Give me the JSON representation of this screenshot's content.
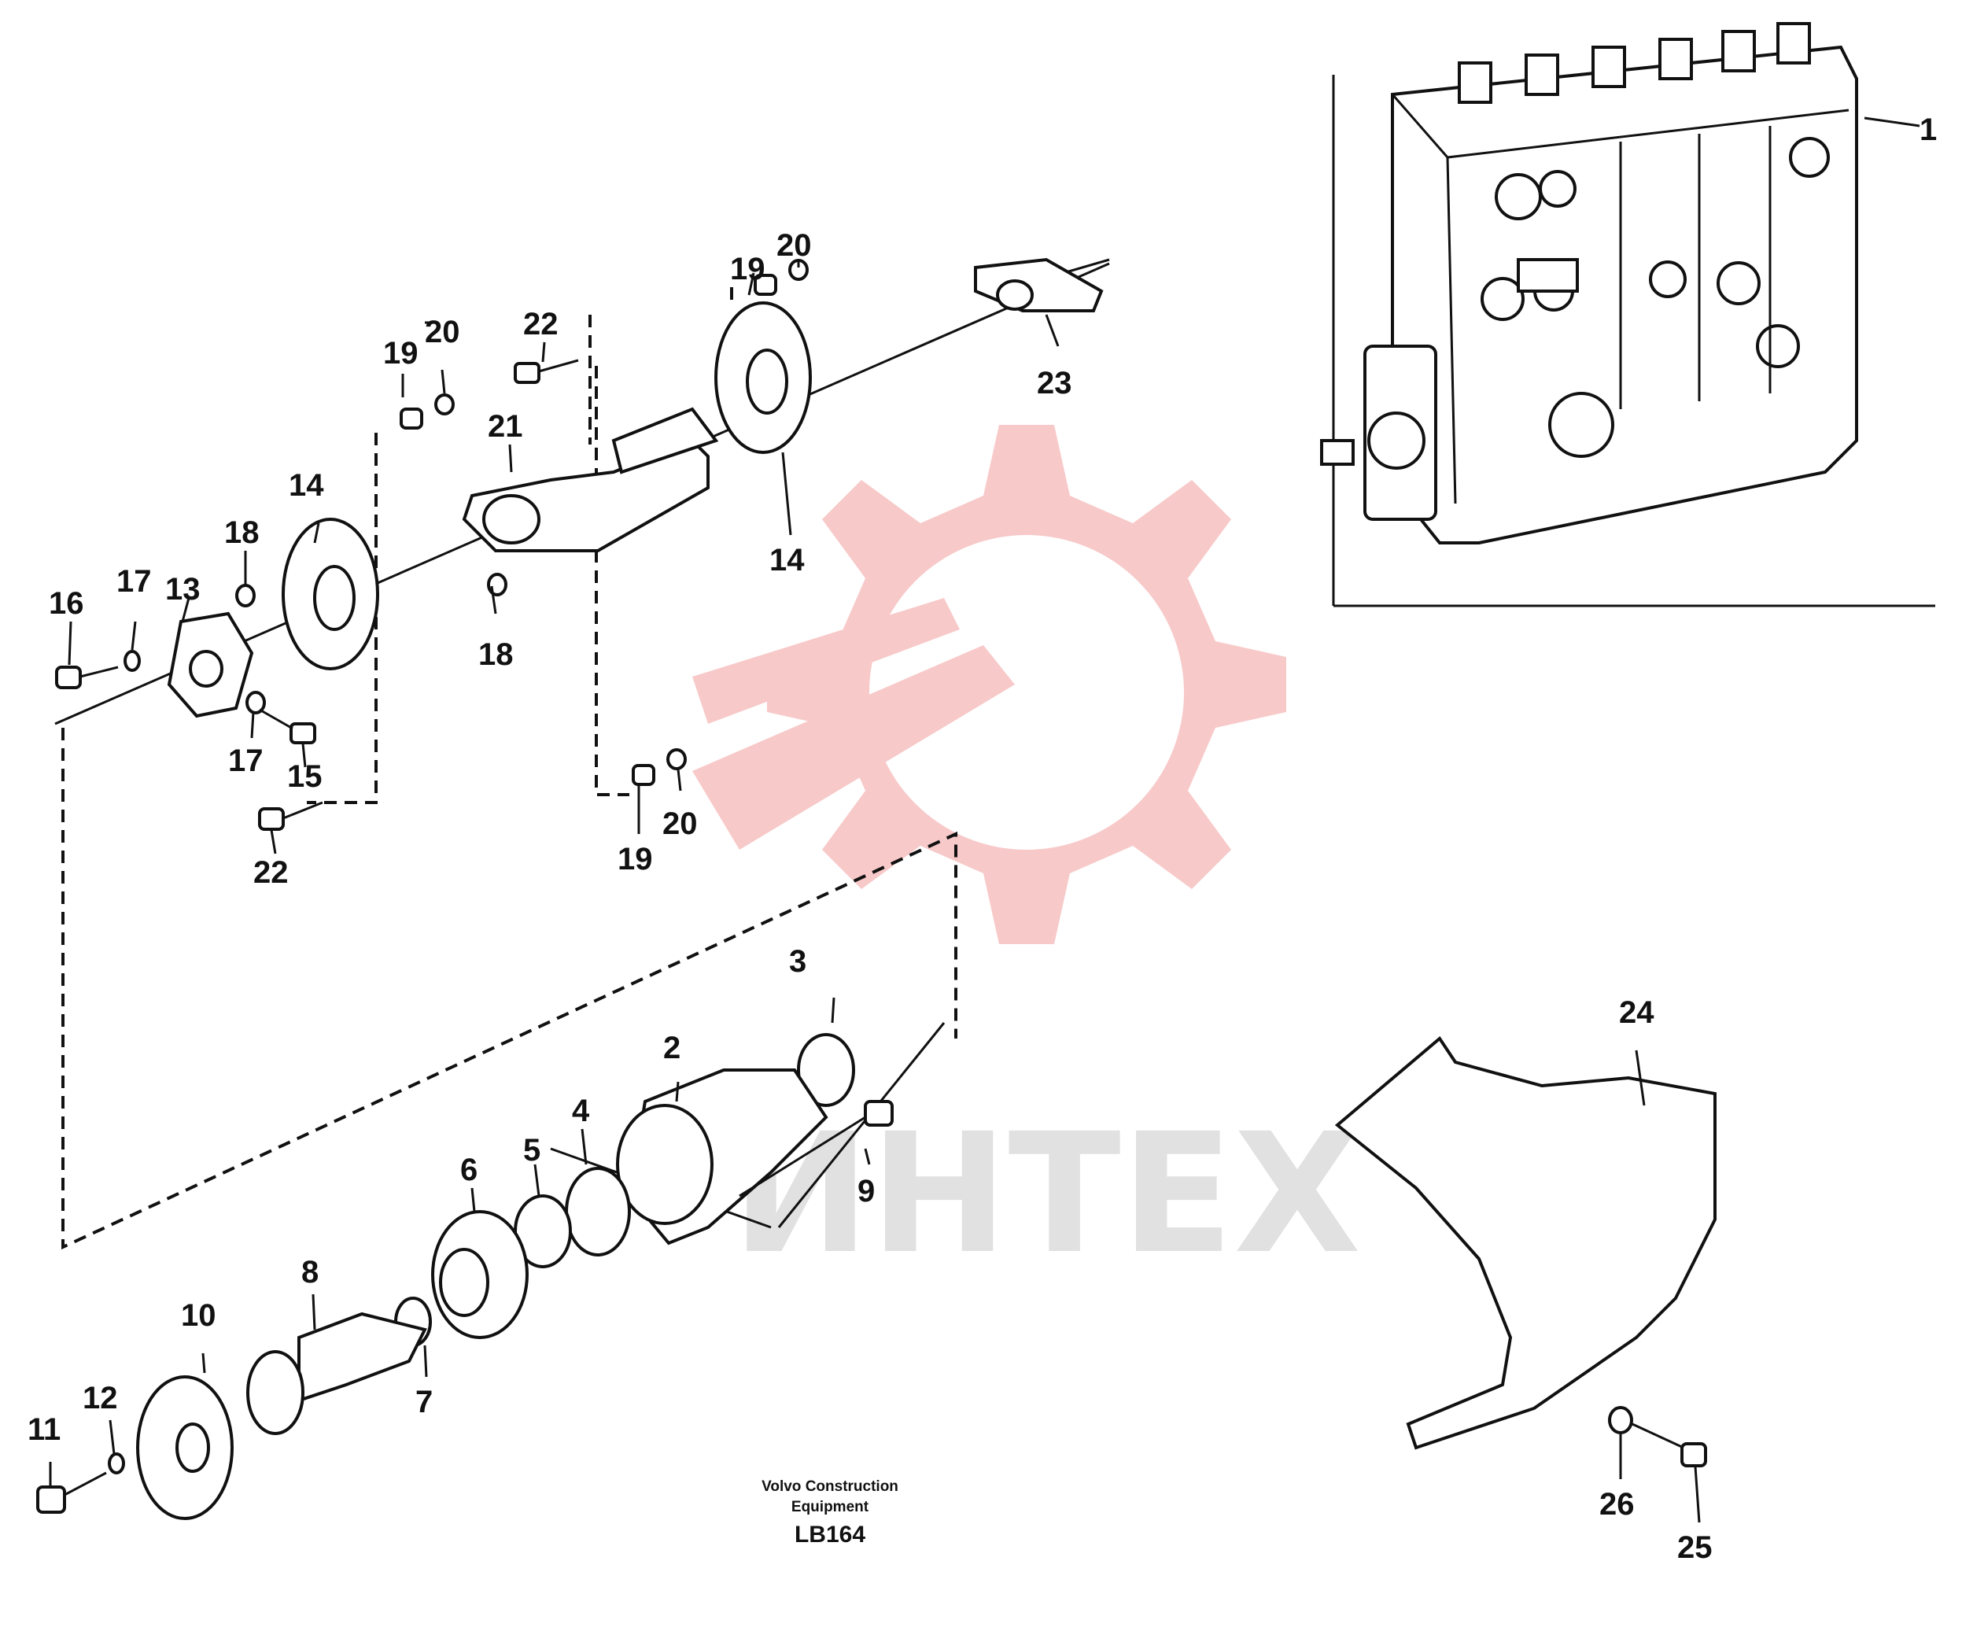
{
  "diagram": {
    "callouts": [
      {
        "id": "1",
        "label": "1"
      },
      {
        "id": "2",
        "label": "2"
      },
      {
        "id": "3",
        "label": "3"
      },
      {
        "id": "4",
        "label": "4"
      },
      {
        "id": "5",
        "label": "5"
      },
      {
        "id": "6",
        "label": "6"
      },
      {
        "id": "7",
        "label": "7"
      },
      {
        "id": "8",
        "label": "8"
      },
      {
        "id": "9",
        "label": "9"
      },
      {
        "id": "10",
        "label": "10"
      },
      {
        "id": "11",
        "label": "11"
      },
      {
        "id": "12",
        "label": "12"
      },
      {
        "id": "13",
        "label": "13"
      },
      {
        "id": "14",
        "label": "14"
      },
      {
        "id": "15",
        "label": "15"
      },
      {
        "id": "16",
        "label": "16"
      },
      {
        "id": "17",
        "label": "17"
      },
      {
        "id": "18",
        "label": "18"
      },
      {
        "id": "19",
        "label": "19"
      },
      {
        "id": "20",
        "label": "20"
      },
      {
        "id": "21",
        "label": "21"
      },
      {
        "id": "22",
        "label": "22"
      },
      {
        "id": "23",
        "label": "23"
      },
      {
        "id": "24",
        "label": "24"
      },
      {
        "id": "25",
        "label": "25"
      },
      {
        "id": "26",
        "label": "26"
      }
    ]
  },
  "footer": {
    "line1": "Volvo Construction",
    "line2": "Equipment",
    "code": "LB164"
  },
  "watermark": {
    "text": "ИНТЕХ",
    "color": "#f2a0a0",
    "text_color": "#d9d9d9"
  }
}
